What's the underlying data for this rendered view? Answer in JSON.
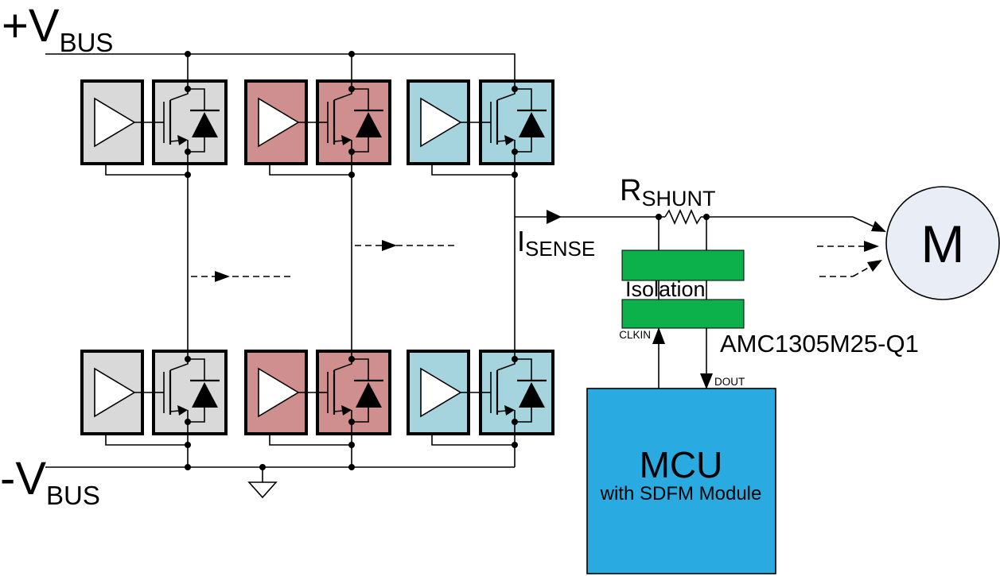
{
  "colors": {
    "phase_a": "#d9d9d9",
    "phase_b": "#d08f8f",
    "phase_c": "#a5d3de",
    "isolation": "#0db14b",
    "mcu": "#29abe2",
    "motor": "#e9edf6",
    "wire": "#000000"
  },
  "labels": {
    "bus_positive": {
      "main": "+V",
      "sub": "BUS"
    },
    "bus_negative": {
      "main": "-V",
      "sub": "BUS"
    },
    "shunt": {
      "main": "R",
      "sub": "SHUNT"
    },
    "sense_current": {
      "main": "I",
      "sub": "SENSE"
    },
    "isolation": "Isolation",
    "isolator_part": "AMC1305M25-Q1",
    "clkin": "CLKIN",
    "dout": "DOUT",
    "mcu_title": "MCU",
    "mcu_subtitle": "with SDFM Module",
    "motor": "M"
  }
}
